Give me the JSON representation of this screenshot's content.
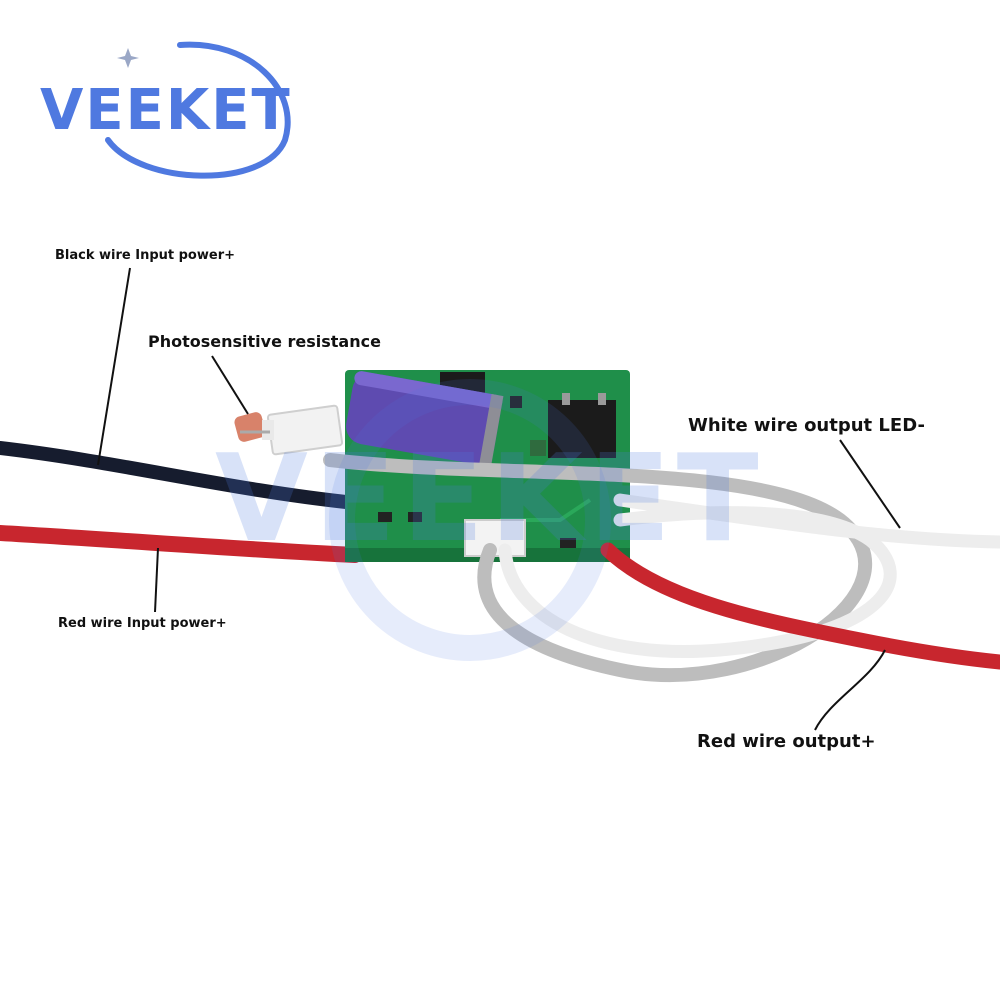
{
  "brand": {
    "name": "VEEKET",
    "color": "#4f79e0"
  },
  "callouts": {
    "black_wire": "Black wire Input power+",
    "photoresistor": "Photosensitive resistance",
    "white_wire": "White wire output LED-",
    "red_wire_input": "Red wire Input power+",
    "red_wire_output": "Red wire output+"
  },
  "colors": {
    "board": "#1f8f4a",
    "capacitor": "#5e4bb0",
    "black_wire": "#161c2e",
    "red_wire": "#c8262e",
    "white_wire": "#ededed",
    "grey_wire": "#bdbdbd"
  }
}
